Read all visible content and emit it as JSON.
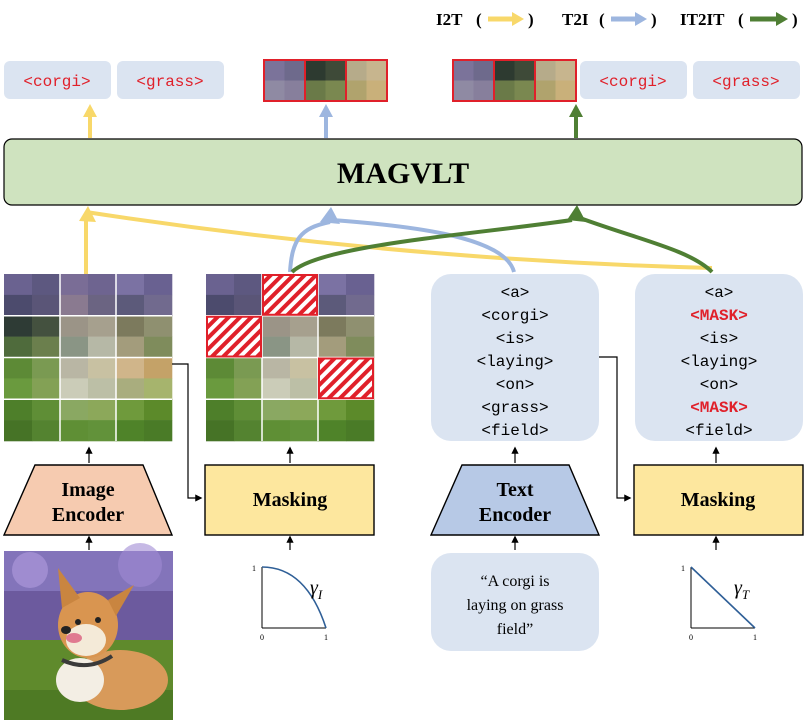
{
  "legend": {
    "i2t": "I2T",
    "t2i": "T2I",
    "it2it": "IT2IT",
    "open_paren": "(",
    "close_paren": ")"
  },
  "model": {
    "title": "MAGVLT"
  },
  "outputs": {
    "i2t_tokens": [
      "<corgi>",
      "<grass>"
    ],
    "it2it_tokens": [
      "<corgi>",
      "<grass>"
    ]
  },
  "encoders": {
    "image": {
      "line1": "Image",
      "line2": "Encoder"
    },
    "text": {
      "line1": "Text",
      "line2": "Encoder"
    }
  },
  "masking": {
    "image_label": "Masking",
    "text_label": "Masking"
  },
  "text_tokens": [
    "<a>",
    "<corgi>",
    "<is>",
    "<laying>",
    "<on>",
    "<grass>",
    "<field>"
  ],
  "masked_text_tokens": [
    "<a>",
    "<MASK>",
    "<is>",
    "<laying>",
    "<on>",
    "<MASK>",
    "<field>"
  ],
  "caption": {
    "line1": "“A corgi is",
    "line2": "laying on grass",
    "line3": "field”"
  },
  "schedules": {
    "image": {
      "symbol": "γ",
      "sub": "I",
      "axis_min": "0",
      "axis_max": "1",
      "y_max": "1"
    },
    "text": {
      "symbol": "γ",
      "sub": "T",
      "axis_min": "0",
      "axis_max": "1",
      "y_max": "1"
    }
  },
  "colors": {
    "i2t": "#f8d86a",
    "t2i": "#9db6df",
    "it2it": "#4f7f34",
    "model_fill": "#cfe3bf",
    "token_box": "#dbe4f1",
    "mask_red": "#e0202a",
    "encoder_image": "#f6cbb0",
    "encoder_text": "#b7c9e6",
    "masking_fill": "#fde79e"
  }
}
